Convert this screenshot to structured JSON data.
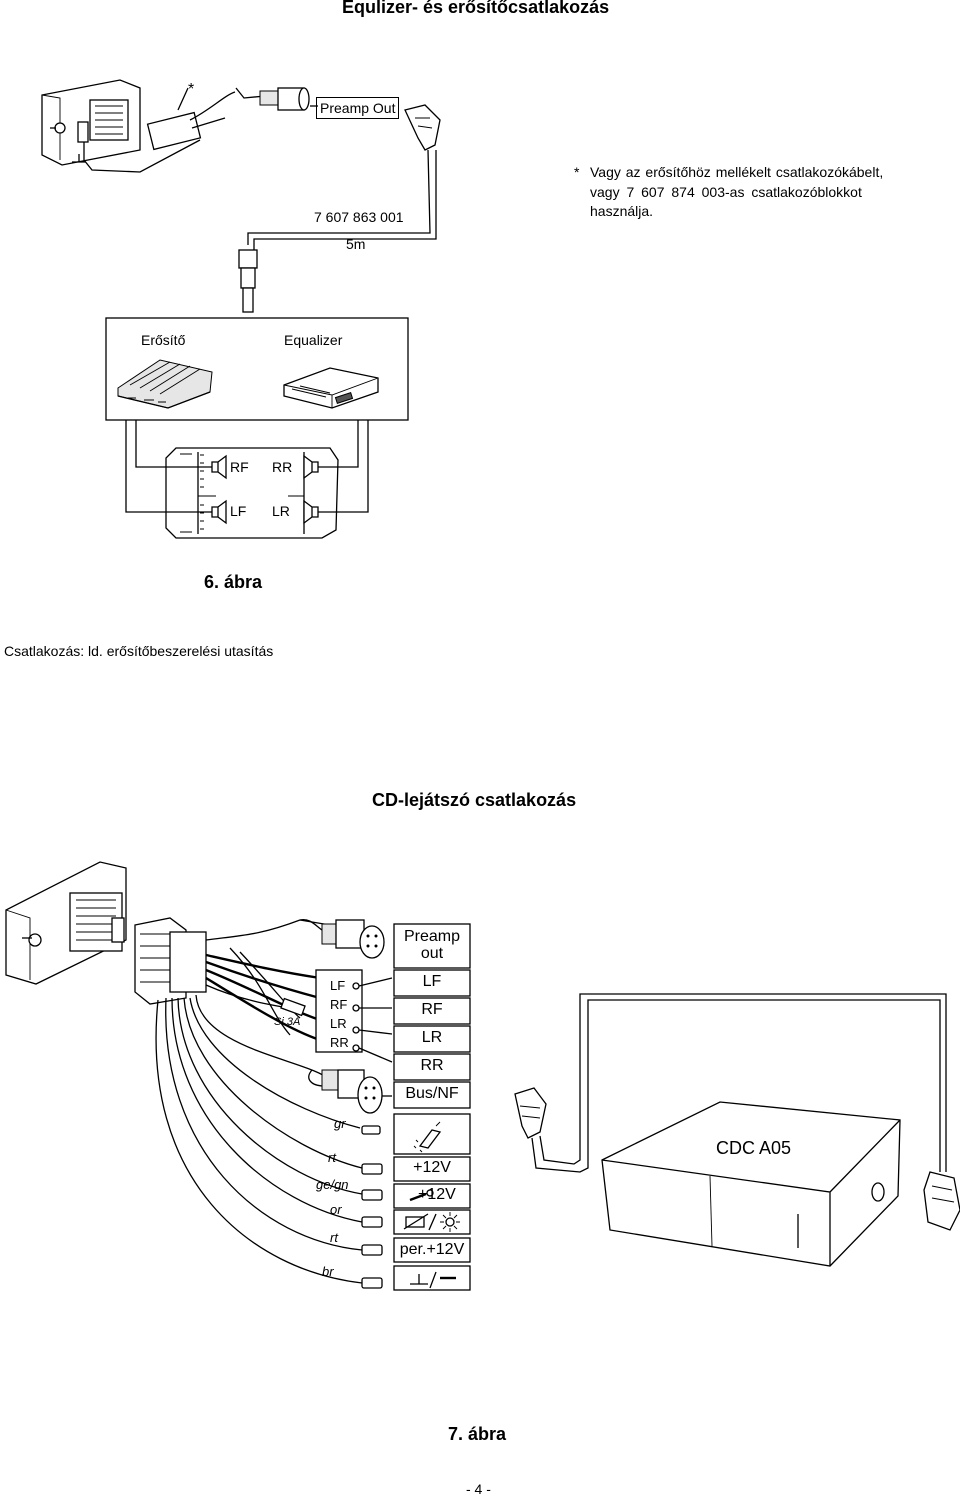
{
  "section1": {
    "title": "Equlizer- és erősítőcsatlakozás",
    "asterisk": "*",
    "preamp_out": "Preamp Out",
    "part_number": "7 607 863 001",
    "cable_length": "5m",
    "note_star": "*",
    "note_line1": "Vagy az erősítőhöz mellékelt csatlakozókábelt,",
    "note_line2": "vagy 7 607 874 003-as csatlakozóblokkot",
    "note_line3": "használja.",
    "amp_label": "Erősítő",
    "eq_label": "Equalizer",
    "speakers": {
      "rf": "RF",
      "rr": "RR",
      "lf": "LF",
      "lr": "LR"
    },
    "figure": "6. ábra",
    "connection_note": "Csatlakozás: ld. erősítőbeszerelési utasítás"
  },
  "section2": {
    "title": "CD-lejátszó csatlakozás",
    "fuse": "Si 3A",
    "block_labels": [
      "LF",
      "RF",
      "LR",
      "RR"
    ],
    "preamp_line1": "Preamp",
    "preamp_line2": "out",
    "out_labels": [
      "LF",
      "RF",
      "LR",
      "RR"
    ],
    "bus_nf": "Bus/NF",
    "wires": [
      "gr",
      "rt",
      "ge/gn",
      "or",
      "rt",
      "br"
    ],
    "power_labels": {
      "p12v": "+12V",
      "ign12v": "+12V",
      "per12v": "per.+12V"
    },
    "changer": "CDC A05",
    "figure": "7. ábra"
  },
  "page_number": "- 4 -"
}
